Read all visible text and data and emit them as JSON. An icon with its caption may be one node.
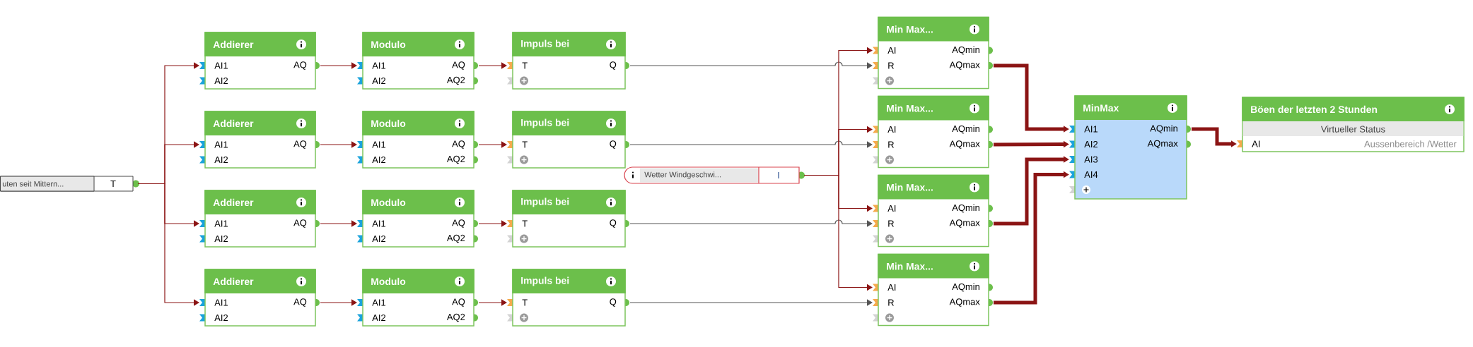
{
  "diagram": {
    "nodes": [
      {
        "text": [
          "uten seit Mittern...",
          "T"
        ]
      },
      {
        "text": [
          "Addierer",
          "AI1",
          "AQ",
          "AI2"
        ]
      },
      {
        "text": [
          "Addierer",
          "AI1",
          "AQ",
          "AI2"
        ]
      },
      {
        "text": [
          "Addierer",
          "AI1",
          "AQ",
          "AI2"
        ]
      },
      {
        "text": [
          "Addierer",
          "AI1",
          "AQ",
          "AI2"
        ]
      },
      {
        "text": [
          "Modulo",
          "AI1",
          "AQ",
          "AI2",
          "AQ2"
        ]
      },
      {
        "text": [
          "Modulo",
          "AI1",
          "AQ",
          "AI2",
          "AQ2"
        ]
      },
      {
        "text": [
          "Modulo",
          "AI1",
          "AQ",
          "AI2",
          "AQ2"
        ]
      },
      {
        "text": [
          "Modulo",
          "AI1",
          "AQ",
          "AI2",
          "AQ2"
        ]
      },
      {
        "text": [
          "Impuls bei",
          "T",
          "Q"
        ]
      },
      {
        "text": [
          "Impuls bei",
          "T",
          "Q"
        ]
      },
      {
        "text": [
          "Impuls bei",
          "T",
          "Q"
        ]
      },
      {
        "text": [
          "Impuls bei",
          "T",
          "Q"
        ]
      },
      {
        "text": [
          "Wetter Windgeschwi...",
          "I"
        ]
      },
      {
        "text": [
          "Min Max...",
          "AI",
          "AQmin",
          "R",
          "AQmax"
        ]
      },
      {
        "text": [
          "Min Max...",
          "AI",
          "AQmin",
          "R",
          "AQmax"
        ]
      },
      {
        "text": [
          "Min Max...",
          "AI",
          "AQmin",
          "R",
          "AQmax"
        ]
      },
      {
        "text": [
          "Min Max...",
          "AI",
          "AQmin",
          "R",
          "AQmax"
        ]
      },
      {
        "text": [
          "MinMax",
          "AI1",
          "AQmin",
          "AI2",
          "AQmax",
          "AI3",
          "AI4"
        ]
      },
      {
        "text": [
          "Böen der letzten 2 Stunden",
          "Virtueller Status",
          "AI",
          "Aussenbereich /Wetter"
        ]
      }
    ],
    "edges": [
      {
        "from": 0,
        "to": 1,
        "arrow": "to"
      },
      {
        "from": 0,
        "to": 2,
        "arrow": "to"
      },
      {
        "from": 0,
        "to": 3,
        "arrow": "to"
      },
      {
        "from": 0,
        "to": 4,
        "arrow": "to"
      },
      {
        "from": 1,
        "to": 5,
        "arrow": "to"
      },
      {
        "from": 2,
        "to": 6,
        "arrow": "to"
      },
      {
        "from": 3,
        "to": 7,
        "arrow": "to"
      },
      {
        "from": 4,
        "to": 8,
        "arrow": "to"
      },
      {
        "from": 5,
        "to": 9,
        "arrow": "to"
      },
      {
        "from": 6,
        "to": 10,
        "arrow": "to"
      },
      {
        "from": 7,
        "to": 11,
        "arrow": "to"
      },
      {
        "from": 8,
        "to": 12,
        "arrow": "to"
      },
      {
        "from": 9,
        "to": 14,
        "arrow": "to",
        "color": "#555555"
      },
      {
        "from": 10,
        "to": 15,
        "arrow": "to",
        "color": "#555555"
      },
      {
        "from": 11,
        "to": 16,
        "arrow": "to",
        "color": "#555555"
      },
      {
        "from": 12,
        "to": 17,
        "arrow": "to",
        "color": "#555555"
      },
      {
        "from": 13,
        "to": 14,
        "arrow": "to"
      },
      {
        "from": 13,
        "to": 15,
        "arrow": "to"
      },
      {
        "from": 13,
        "to": 16,
        "arrow": "to"
      },
      {
        "from": 13,
        "to": 17,
        "arrow": "to"
      },
      {
        "from": 14,
        "to": 18,
        "arrow": "to",
        "style": "thick"
      },
      {
        "from": 15,
        "to": 18,
        "arrow": "to",
        "style": "thick"
      },
      {
        "from": 16,
        "to": 18,
        "arrow": "to",
        "style": "thick"
      },
      {
        "from": 17,
        "to": 18,
        "arrow": "to",
        "style": "thick"
      },
      {
        "from": 18,
        "to": 19,
        "arrow": "to",
        "style": "thick"
      }
    ]
  }
}
